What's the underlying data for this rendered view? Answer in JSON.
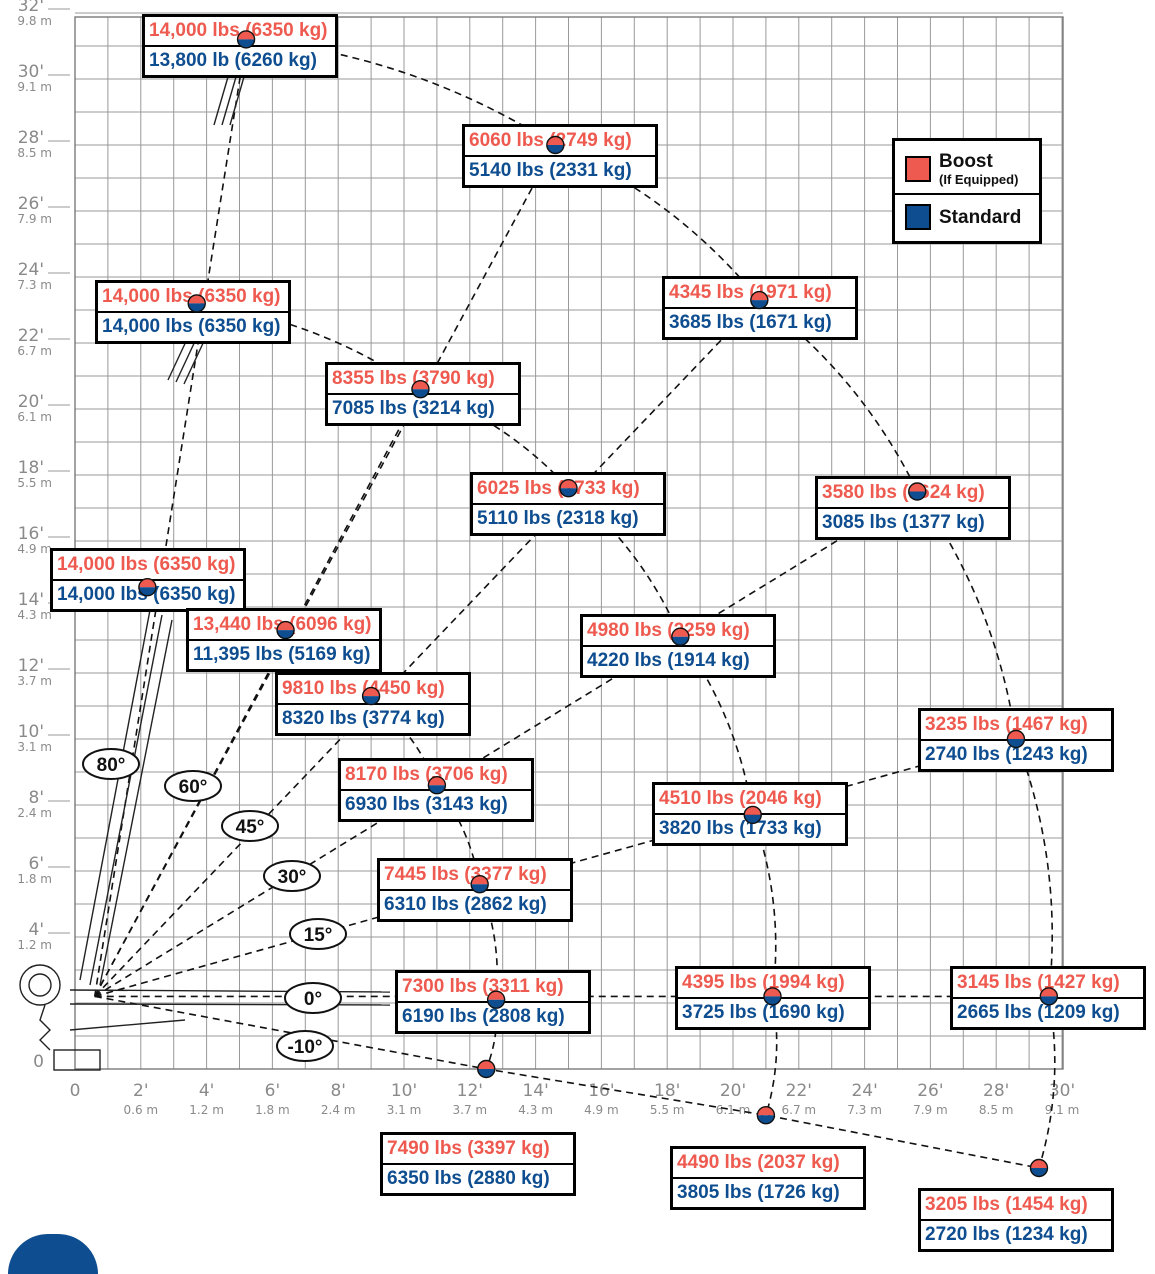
{
  "colors": {
    "boost": "#ee5a4f",
    "standard": "#0e4d8f",
    "grid": "#9a9a9a",
    "frame": "#000000"
  },
  "axes": {
    "y_ticks": [
      {
        "ft": "0",
        "m": ""
      },
      {
        "ft": "4'",
        "m": "1.2 m"
      },
      {
        "ft": "6'",
        "m": "1.8 m"
      },
      {
        "ft": "8'",
        "m": "2.4 m"
      },
      {
        "ft": "10'",
        "m": "3.1 m"
      },
      {
        "ft": "12'",
        "m": "3.7 m"
      },
      {
        "ft": "14'",
        "m": "4.3 m"
      },
      {
        "ft": "16'",
        "m": "4.9 m"
      },
      {
        "ft": "18'",
        "m": "5.5 m"
      },
      {
        "ft": "20'",
        "m": "6.1 m"
      },
      {
        "ft": "22'",
        "m": "6.7 m"
      },
      {
        "ft": "24'",
        "m": "7.3 m"
      },
      {
        "ft": "26'",
        "m": "7.9 m"
      },
      {
        "ft": "28'",
        "m": "8.5 m"
      },
      {
        "ft": "30'",
        "m": "9.1 m"
      },
      {
        "ft": "32'",
        "m": "9.8 m"
      }
    ],
    "x_ticks": [
      {
        "ft": "0",
        "m": ""
      },
      {
        "ft": "2'",
        "m": "0.6 m"
      },
      {
        "ft": "4'",
        "m": "1.2 m"
      },
      {
        "ft": "6'",
        "m": "1.8 m"
      },
      {
        "ft": "8'",
        "m": "2.4 m"
      },
      {
        "ft": "10'",
        "m": "3.1 m"
      },
      {
        "ft": "12'",
        "m": "3.7 m"
      },
      {
        "ft": "14'",
        "m": "4.3 m"
      },
      {
        "ft": "16'",
        "m": "4.9 m"
      },
      {
        "ft": "18'",
        "m": "5.5 m"
      },
      {
        "ft": "20'",
        "m": "6.1 m"
      },
      {
        "ft": "22'",
        "m": "6.7 m"
      },
      {
        "ft": "24'",
        "m": "7.3 m"
      },
      {
        "ft": "26'",
        "m": "7.9 m"
      },
      {
        "ft": "28'",
        "m": "8.5 m"
      },
      {
        "ft": "30'",
        "m": "9.1 m"
      }
    ]
  },
  "angles": [
    "80°",
    "60°",
    "45°",
    "30°",
    "15°",
    "0°",
    "-10°"
  ],
  "legend": {
    "boost": "Boost",
    "boost_note": "(If Equipped)",
    "standard": "Standard"
  },
  "load_points": [
    {
      "boost": "14,000 lbs (6350 kg)",
      "standard": "13,800 lb  (6260 kg)",
      "x": 5.2,
      "y": 31.2
    },
    {
      "boost": "14,000 lbs (6350 kg)",
      "standard": "14,000 lbs (6350 kg)",
      "x": 3.7,
      "y": 23.2
    },
    {
      "boost": "14,000 lbs (6350 kg)",
      "standard": "14,000 lbs (6350 kg)",
      "x": 2.2,
      "y": 14.6
    },
    {
      "boost": "6060 lbs  (2749 kg)",
      "standard": "5140 lbs   (2331 kg)",
      "x": 14.6,
      "y": 28.0
    },
    {
      "boost": "4345 lbs  (1971 kg)",
      "standard": "3685 lbs   (1671 kg)",
      "x": 20.8,
      "y": 23.3
    },
    {
      "boost": "8355 lbs  (3790 kg)",
      "standard": "7085 lbs  (3214 kg)",
      "x": 10.5,
      "y": 20.6
    },
    {
      "boost": "6025 lbs  (2733 kg)",
      "standard": "5110 lbs   (2318 kg)",
      "x": 15.0,
      "y": 17.6
    },
    {
      "boost": "3580 lbs  (1624 kg)",
      "standard": "3085 lbs   (1377 kg)",
      "x": 25.6,
      "y": 17.5
    },
    {
      "boost": "13,440 lbs (6096 kg)",
      "standard": "11,395 lbs (5169 kg)",
      "x": 6.4,
      "y": 13.3
    },
    {
      "boost": "4980 lbs  (2259 kg)",
      "standard": "4220 lbs   (1914 kg)",
      "x": 18.4,
      "y": 13.1
    },
    {
      "boost": "9810 lbs  (4450 kg)",
      "standard": "8320 lbs   (3774 kg)",
      "x": 9.0,
      "y": 11.3
    },
    {
      "boost": "3235 lbs  (1467 kg)",
      "standard": "2740 lbs   (1243 kg)",
      "x": 28.6,
      "y": 10.0
    },
    {
      "boost": "8170 lbs  (3706 kg)",
      "standard": "6930 lbs   (3143 kg)",
      "x": 11.0,
      "y": 8.6
    },
    {
      "boost": "4510 lbs  (2046 kg)",
      "standard": "3820 lbs   (1733 kg)",
      "x": 20.6,
      "y": 7.7
    },
    {
      "boost": "7445 lbs  (3377 kg)",
      "standard": "6310 lbs   (2862 kg)",
      "x": 12.3,
      "y": 5.6
    },
    {
      "boost": "7300 lbs  (3311 kg)",
      "standard": "6190 lbs   (2808 kg)",
      "x": 12.8,
      "y": 2.1
    },
    {
      "boost": "4395 lbs  (1994 kg)",
      "standard": "3725 lbs   (1690 kg)",
      "x": 21.2,
      "y": 2.2
    },
    {
      "boost": "3145 lbs  (1427 kg)",
      "standard": "2665 lbs   (1209 kg)",
      "x": 29.6,
      "y": 2.2
    },
    {
      "boost": "7490 lbs  (3397 kg)",
      "standard": "6350 lbs  (2880 kg)",
      "x": 12.5,
      "y": 0.0
    },
    {
      "boost": "4490 lbs  (2037 kg)",
      "standard": "3805 lbs  (1726 kg)",
      "x": 21.0,
      "y": -1.4
    },
    {
      "boost": "3205 lbs  (1454 kg)",
      "standard": "2720 lbs  (1234 kg)",
      "x": 29.3,
      "y": -3.0
    }
  ]
}
